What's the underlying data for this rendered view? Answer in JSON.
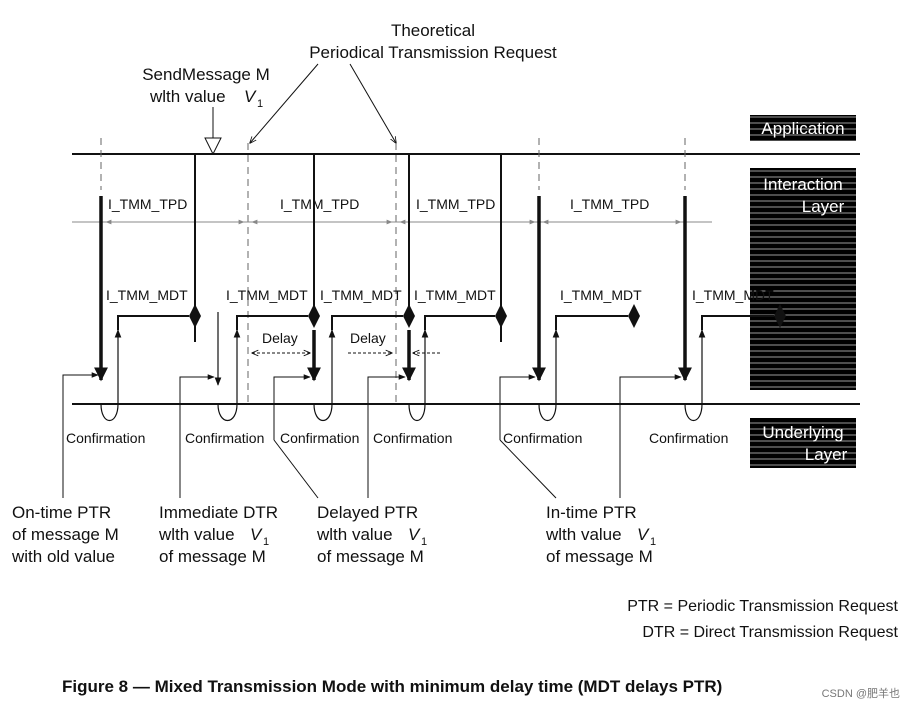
{
  "annotations": {
    "theoretical_line1": "Theoretical",
    "theoretical_line2": "Periodical Transmission Request",
    "send_line1": "SendMessage M",
    "send_line2": "wlth value",
    "v": "V",
    "sub1": "1"
  },
  "layers": {
    "application": "Application",
    "interaction_line1": "Interaction",
    "interaction_line2": "Layer",
    "underlying_line1": "Underlying",
    "underlying_line2": "Layer"
  },
  "tpd_label": "I_TMM_TPD",
  "mdt_label": "I_TMM_MDT",
  "delay_label": "Delay",
  "confirmation_label": "Confirmation",
  "bottom_labels": {
    "ontime": [
      "On-time PTR",
      "of message M",
      "with old value"
    ],
    "immediate": [
      "Immediate DTR",
      "wlth value",
      "of message M"
    ],
    "delayed": [
      "Delayed PTR",
      "wlth value",
      "of message M"
    ],
    "intime": [
      "In-time PTR",
      "wlth value",
      "of message M"
    ]
  },
  "legend": {
    "ptr": "PTR = Periodic Transmission Request",
    "dtr": "DTR = Direct Transmission Request"
  },
  "caption": "Figure 8 — Mixed Transmission Mode with minimum delay time (MDT delays PTR)",
  "watermark": "CSDN @肥羊也"
}
